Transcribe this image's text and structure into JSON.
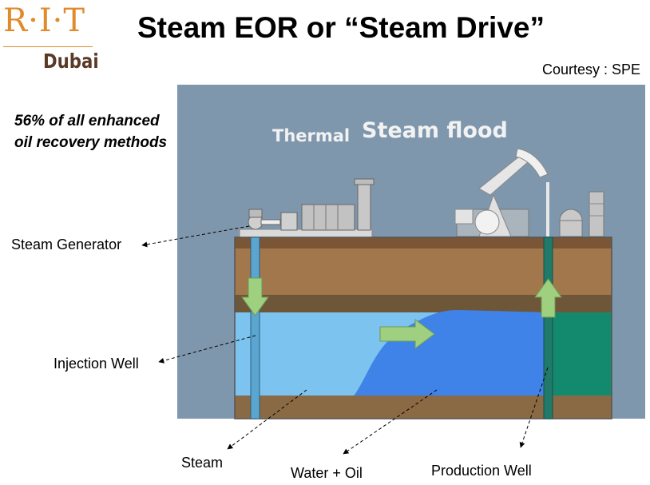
{
  "logo": {
    "rit": "R·I·T",
    "campus": "Dubai"
  },
  "title": "Steam EOR or “Steam Drive”",
  "courtesy": "Courtesy : SPE",
  "note": "56% of all enhanced oil recovery methods",
  "video": {
    "caption_small": "Thermal",
    "caption_large": "Steam flood"
  },
  "labels": {
    "steam_generator": "Steam Generator",
    "injection_well": "Injection Well",
    "steam": "Steam",
    "water_oil": "Water + Oil",
    "production_well": "Production Well"
  },
  "colors": {
    "logo_orange": "#e08a2c",
    "logo_brown": "#5a3a26",
    "sky": "#7f97ad",
    "soil": "#9a6d3f",
    "steam_zone": "#7cc3ef",
    "oil_water_zone": "#3f83e8",
    "green_zone": "#138a6e",
    "arrow_green": "#9ed07f"
  }
}
